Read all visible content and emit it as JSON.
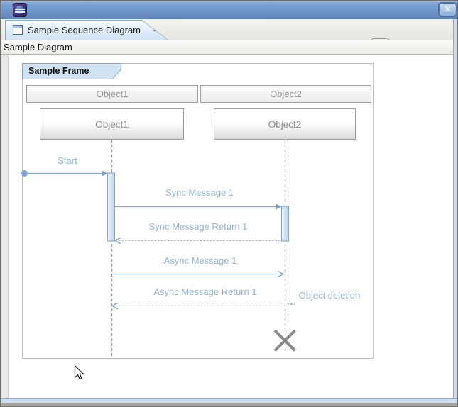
{
  "window": {
    "close_glyph": "✕"
  },
  "tab_bar": {
    "active_tab": {
      "label": "Sample Sequence Diagram",
      "close_glyph": "✕"
    },
    "toolbar_icons": [
      "home-icon",
      "select-cursor-icon",
      "zoom-in-icon",
      "zoom-out-icon",
      "view-menu-dropdown-icon"
    ]
  },
  "breadcrumb": {
    "label": "Sample Diagram"
  },
  "diagram": {
    "frame_label": "Sample Frame",
    "lifelines": [
      {
        "header": "Object1",
        "box_label": "Object1"
      },
      {
        "header": "Object2",
        "box_label": "Object2"
      }
    ],
    "messages": [
      {
        "label": "Start",
        "kind": "sync-call",
        "from": "frame-edge",
        "to": "Object1"
      },
      {
        "label": "Sync Message 1",
        "kind": "sync-call",
        "from": "Object1",
        "to": "Object2"
      },
      {
        "label": "Sync Message Return 1",
        "kind": "return",
        "from": "Object2",
        "to": "Object1"
      },
      {
        "label": "Async Message 1",
        "kind": "async-call",
        "from": "Object1",
        "to": "Object2"
      },
      {
        "label": "Async Message Return 1",
        "kind": "return",
        "from": "Object2",
        "to": "Object1"
      }
    ],
    "deletion": {
      "label": "Object deletion",
      "ellipsis": "...",
      "target": "Object2"
    }
  },
  "colors": {
    "titlebar_blue": "#6c90c2",
    "tab_fill": "#cfe2f4",
    "message_blue": "#7ea6d4",
    "label_blue": "#8fb4dd",
    "frame_border": "#a7c4de",
    "frame_label_fill": "#cfe2f1",
    "activation_fill": "#d9e7f4",
    "lifeline_gray": "#9b9b9b",
    "deletion_x_gray": "#8a8a8a"
  }
}
